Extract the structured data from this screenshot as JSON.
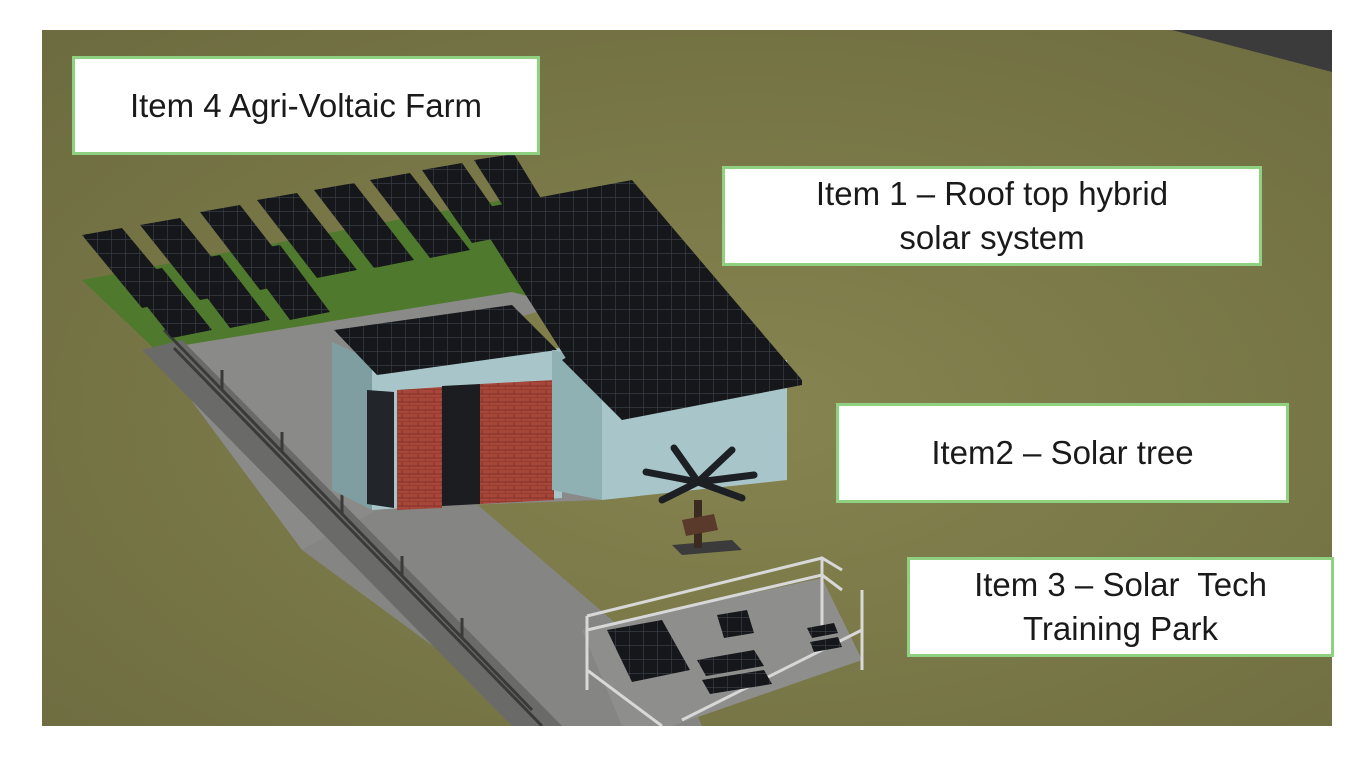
{
  "labels": {
    "item4": [
      "Item 4 Agri-Voltaic Farm"
    ],
    "item1": [
      "Item 1 – Roof top hybrid",
      "solar system"
    ],
    "item2": [
      "Item2 – Solar tree"
    ],
    "item3": [
      "Item 3 – Solar  Tech",
      "Training Park"
    ]
  },
  "colors": {
    "grass": "#7a7a49",
    "grass_dark": "#5f6039",
    "crop_bed": "#4f7a2e",
    "concrete": "#8a8a88",
    "panel": "#15171b",
    "brick": "#a8463a",
    "wall": "#a8c6c9",
    "box_border": "#8fd081"
  },
  "icons": {
    "panel": "solar-panel-icon",
    "tree": "solar-tree-icon"
  }
}
